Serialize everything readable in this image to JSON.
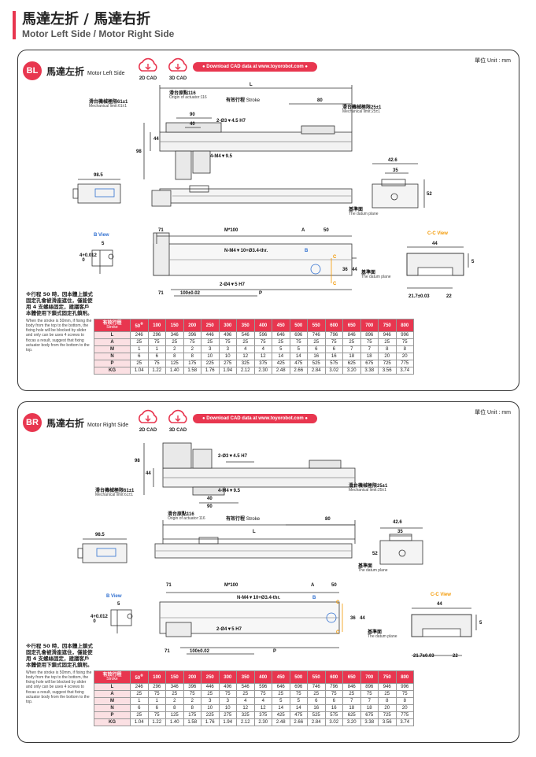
{
  "header": {
    "title_zh": "馬達左折 / 馬達右折",
    "title_en": "Motor Left Side / Motor Right Side"
  },
  "colors": {
    "accent": "#e8364f",
    "table_row_bg": "#fbe0e3",
    "c_view": "#f39800",
    "b_view": "#2f6fd0"
  },
  "common": {
    "unit": "單位 Unit : mm",
    "cad_2d": "2D CAD",
    "cad_3d": "3D CAD",
    "cad_icon": "cloud-download-icon",
    "download": "● Download CAD data at www.toyorobot.com ●",
    "note_zh": "※行程 50 時，因本體上鎖式固定孔會被滑座遮住，僅能使用 4 支螺絲固定，建議客戶本體使用下鎖式固定孔鎖附。",
    "note_en": "When the stroke is 50mm, if fixing the body from the top to the bottom, the fixing hole will be blocked by slider and only can be uses 4 screws to fixcas a result, suggest that fixing actuator body from the bottom to the top."
  },
  "labels": {
    "origin": "滑台原點116",
    "origin_en": "Origin of actuator:116",
    "stroke": "有效行程",
    "stroke_en": "Stroke",
    "mech61": "滑台機械極限61±1",
    "mech61_en": "Mechanical limit:61±1",
    "mech25": "滑台機械極限25±1",
    "mech25_en": "Mechanical limit:25±1",
    "L": "L",
    "d80": "80",
    "d90": "90",
    "d40": "40",
    "pin": "2-Ø3▼4.5 H7",
    "tap": "4-M4▼9.5",
    "d44": "44",
    "d98": "98",
    "d985": "98.5",
    "d426": "42.6",
    "d35": "35",
    "d52": "52",
    "datum": "基準面",
    "datum_en": "The datum plane",
    "bview": "B View",
    "d5": "5",
    "d0012": "4+0.012\n  0",
    "d71": "71",
    "m100": "M*100",
    "A": "A",
    "d50": "50",
    "nm4": "N-M4▼10+Ø3.4-thr.",
    "B": "B",
    "C": "C",
    "d36": "36",
    "d100": "100±0.02",
    "pin2": "2-Ø4▼5 H7",
    "P": "P",
    "cview": "C-C View",
    "d217": "21.7±0.03",
    "d22": "22"
  },
  "panels": [
    {
      "badge": "BL",
      "title_zh": "馬達左折",
      "title_en": "Motor Left Side"
    },
    {
      "badge": "BR",
      "title_zh": "馬達右折",
      "title_en": "Motor Right Side"
    }
  ],
  "table": {
    "stroke_label": "有效行程",
    "stroke_label_en": "Stroke",
    "note_mark": "※",
    "strokes": [
      "50",
      "100",
      "150",
      "200",
      "250",
      "300",
      "350",
      "400",
      "450",
      "500",
      "550",
      "600",
      "650",
      "700",
      "750",
      "800"
    ],
    "rows": [
      {
        "key": "L",
        "values": [
          "246",
          "296",
          "346",
          "396",
          "446",
          "496",
          "546",
          "596",
          "646",
          "696",
          "746",
          "796",
          "846",
          "896",
          "946",
          "996"
        ]
      },
      {
        "key": "A",
        "values": [
          "25",
          "75",
          "25",
          "75",
          "25",
          "75",
          "25",
          "75",
          "25",
          "75",
          "25",
          "75",
          "25",
          "75",
          "25",
          "75"
        ]
      },
      {
        "key": "M",
        "values": [
          "1",
          "1",
          "2",
          "2",
          "3",
          "3",
          "4",
          "4",
          "5",
          "5",
          "6",
          "6",
          "7",
          "7",
          "8",
          "8"
        ]
      },
      {
        "key": "N",
        "values": [
          "6",
          "6",
          "8",
          "8",
          "10",
          "10",
          "12",
          "12",
          "14",
          "14",
          "16",
          "16",
          "18",
          "18",
          "20",
          "20"
        ]
      },
      {
        "key": "P",
        "values": [
          "25",
          "75",
          "125",
          "175",
          "225",
          "275",
          "325",
          "375",
          "425",
          "475",
          "525",
          "575",
          "625",
          "675",
          "725",
          "775"
        ]
      },
      {
        "key": "KG",
        "values": [
          "1.04",
          "1.22",
          "1.40",
          "1.58",
          "1.76",
          "1.94",
          "2.12",
          "2.30",
          "2.48",
          "2.66",
          "2.84",
          "3.02",
          "3.20",
          "3.38",
          "3.56",
          "3.74"
        ]
      }
    ]
  }
}
